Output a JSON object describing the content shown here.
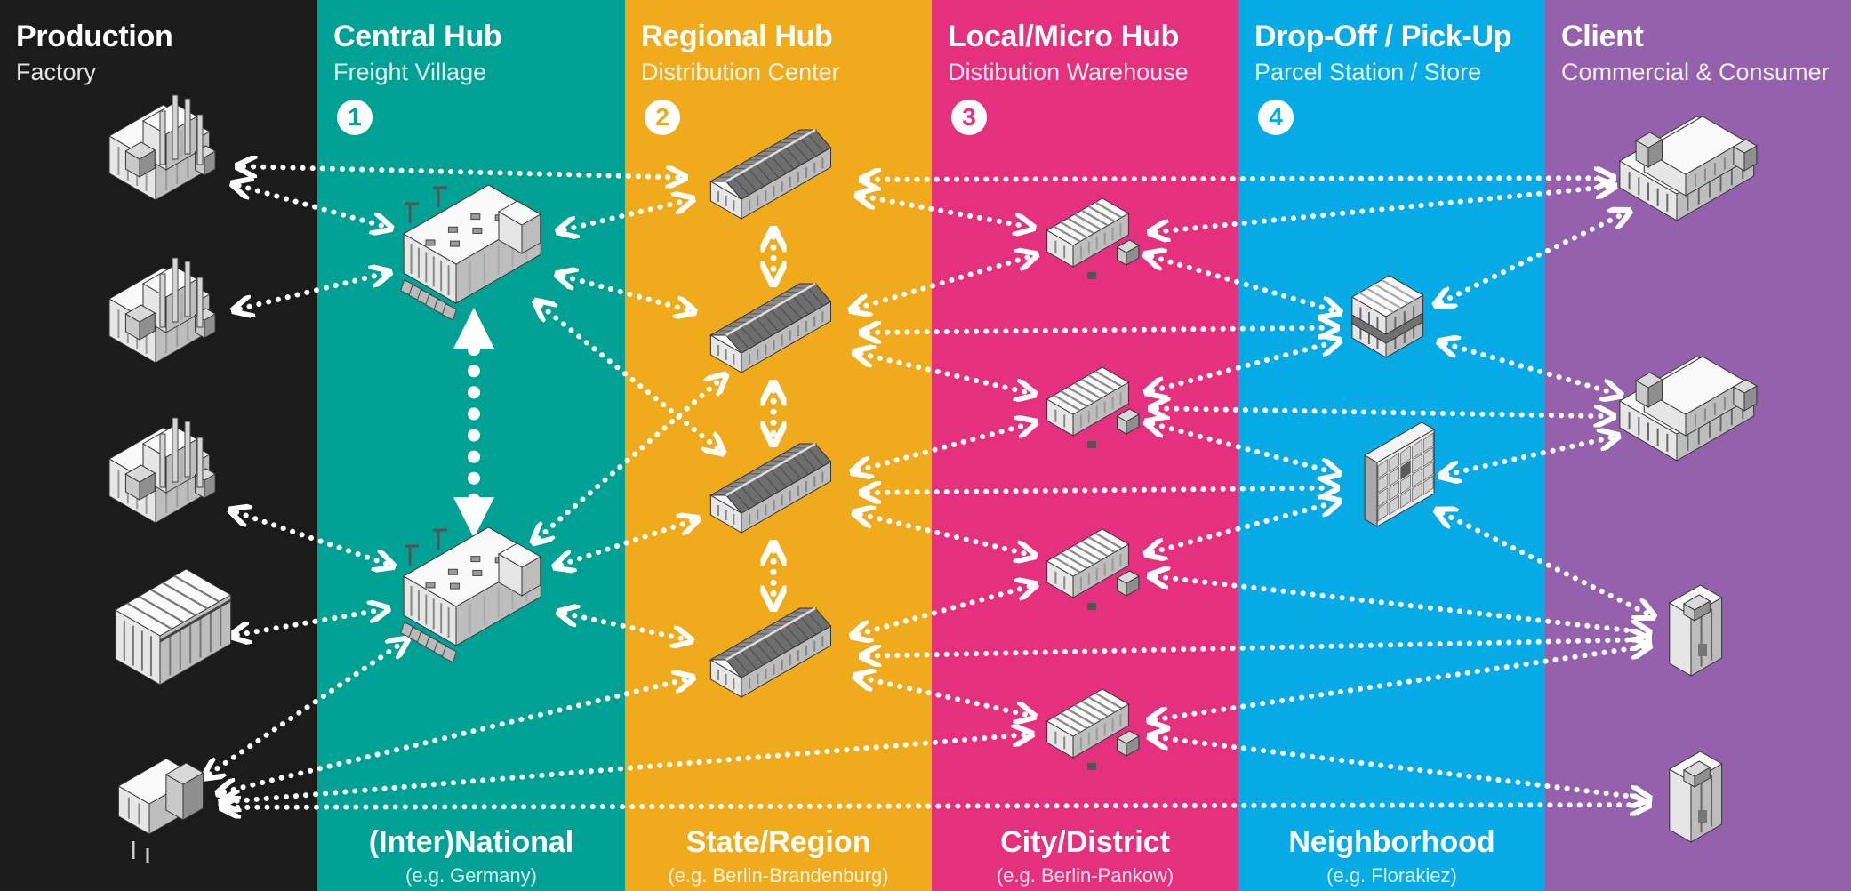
{
  "lanes": [
    {
      "title": "Production",
      "subtitle": "Factory",
      "number": "",
      "color": "#1c1b1b",
      "scale": "",
      "example": ""
    },
    {
      "title": "Central Hub",
      "subtitle": "Freight Village",
      "number": "1",
      "color": "#00a195",
      "scale": "(Inter)National",
      "example": "(e.g. Germany)"
    },
    {
      "title": "Regional Hub",
      "subtitle": "Distribution Center",
      "number": "2",
      "color": "#efab1b",
      "scale": "State/Region",
      "example": "(e.g. Berlin-Brandenburg)"
    },
    {
      "title": "Local/Micro Hub",
      "subtitle": "Distibution Warehouse",
      "number": "3",
      "color": "#e5307d",
      "scale": "City/District",
      "example": "(e.g. Berlin-Pankow)"
    },
    {
      "title": "Drop-Off / Pick-Up",
      "subtitle": "Parcel Station / Store",
      "number": "4",
      "color": "#06aae4",
      "scale": "Neighborhood",
      "example": "(e.g. Florakiez)"
    },
    {
      "title": "Client",
      "subtitle": "Commercial & Consumer",
      "number": "",
      "color": "#9560ac",
      "scale": "",
      "example": ""
    }
  ],
  "nodes": [
    {
      "id": "f1",
      "type": "factory"
    },
    {
      "id": "f2",
      "type": "factory"
    },
    {
      "id": "f3",
      "type": "factory"
    },
    {
      "id": "f4",
      "type": "office-factory"
    },
    {
      "id": "f5",
      "type": "workshop"
    },
    {
      "id": "c1",
      "type": "freight-village"
    },
    {
      "id": "c2",
      "type": "freight-village"
    },
    {
      "id": "r1",
      "type": "distribution-center"
    },
    {
      "id": "r2",
      "type": "distribution-center"
    },
    {
      "id": "r3",
      "type": "distribution-center"
    },
    {
      "id": "r4",
      "type": "distribution-center"
    },
    {
      "id": "l1",
      "type": "micro-hub"
    },
    {
      "id": "l2",
      "type": "micro-hub"
    },
    {
      "id": "l3",
      "type": "micro-hub"
    },
    {
      "id": "l4",
      "type": "micro-hub"
    },
    {
      "id": "d1",
      "type": "store"
    },
    {
      "id": "d2",
      "type": "parcel-station"
    },
    {
      "id": "k1",
      "type": "commercial-building"
    },
    {
      "id": "k2",
      "type": "commercial-building"
    },
    {
      "id": "k3",
      "type": "house"
    },
    {
      "id": "k4",
      "type": "house"
    }
  ],
  "links": [
    [
      "f1",
      "r1"
    ],
    [
      "f1",
      "c1"
    ],
    [
      "f2",
      "c1"
    ],
    [
      "f3",
      "c2"
    ],
    [
      "f4",
      "c2"
    ],
    [
      "f5",
      "c2"
    ],
    [
      "f5",
      "r4"
    ],
    [
      "f5",
      "l4"
    ],
    [
      "f5",
      "k4"
    ],
    [
      "c1",
      "r1"
    ],
    [
      "c1",
      "r2"
    ],
    [
      "c1",
      "r3"
    ],
    [
      "c2",
      "r2"
    ],
    [
      "c2",
      "r3"
    ],
    [
      "c2",
      "r4"
    ],
    [
      "r1",
      "l1"
    ],
    [
      "r1",
      "k1"
    ],
    [
      "r2",
      "l1"
    ],
    [
      "r2",
      "d1"
    ],
    [
      "r2",
      "l2"
    ],
    [
      "r3",
      "l2"
    ],
    [
      "r3",
      "d2"
    ],
    [
      "r3",
      "l3"
    ],
    [
      "r4",
      "l3"
    ],
    [
      "r4",
      "k3"
    ],
    [
      "r4",
      "l4"
    ],
    [
      "l1",
      "d1"
    ],
    [
      "l1",
      "k1"
    ],
    [
      "l2",
      "d1"
    ],
    [
      "l2",
      "k2"
    ],
    [
      "l2",
      "d2"
    ],
    [
      "l3",
      "d2"
    ],
    [
      "l3",
      "k3"
    ],
    [
      "l4",
      "k3"
    ],
    [
      "l4",
      "k4"
    ],
    [
      "d1",
      "k1"
    ],
    [
      "d1",
      "k2"
    ],
    [
      "d2",
      "k2"
    ],
    [
      "d2",
      "k3"
    ]
  ],
  "vertical_links": [
    [
      "c1",
      "c2"
    ],
    [
      "r1",
      "r2"
    ],
    [
      "r2",
      "r3"
    ],
    [
      "r3",
      "r4"
    ]
  ]
}
